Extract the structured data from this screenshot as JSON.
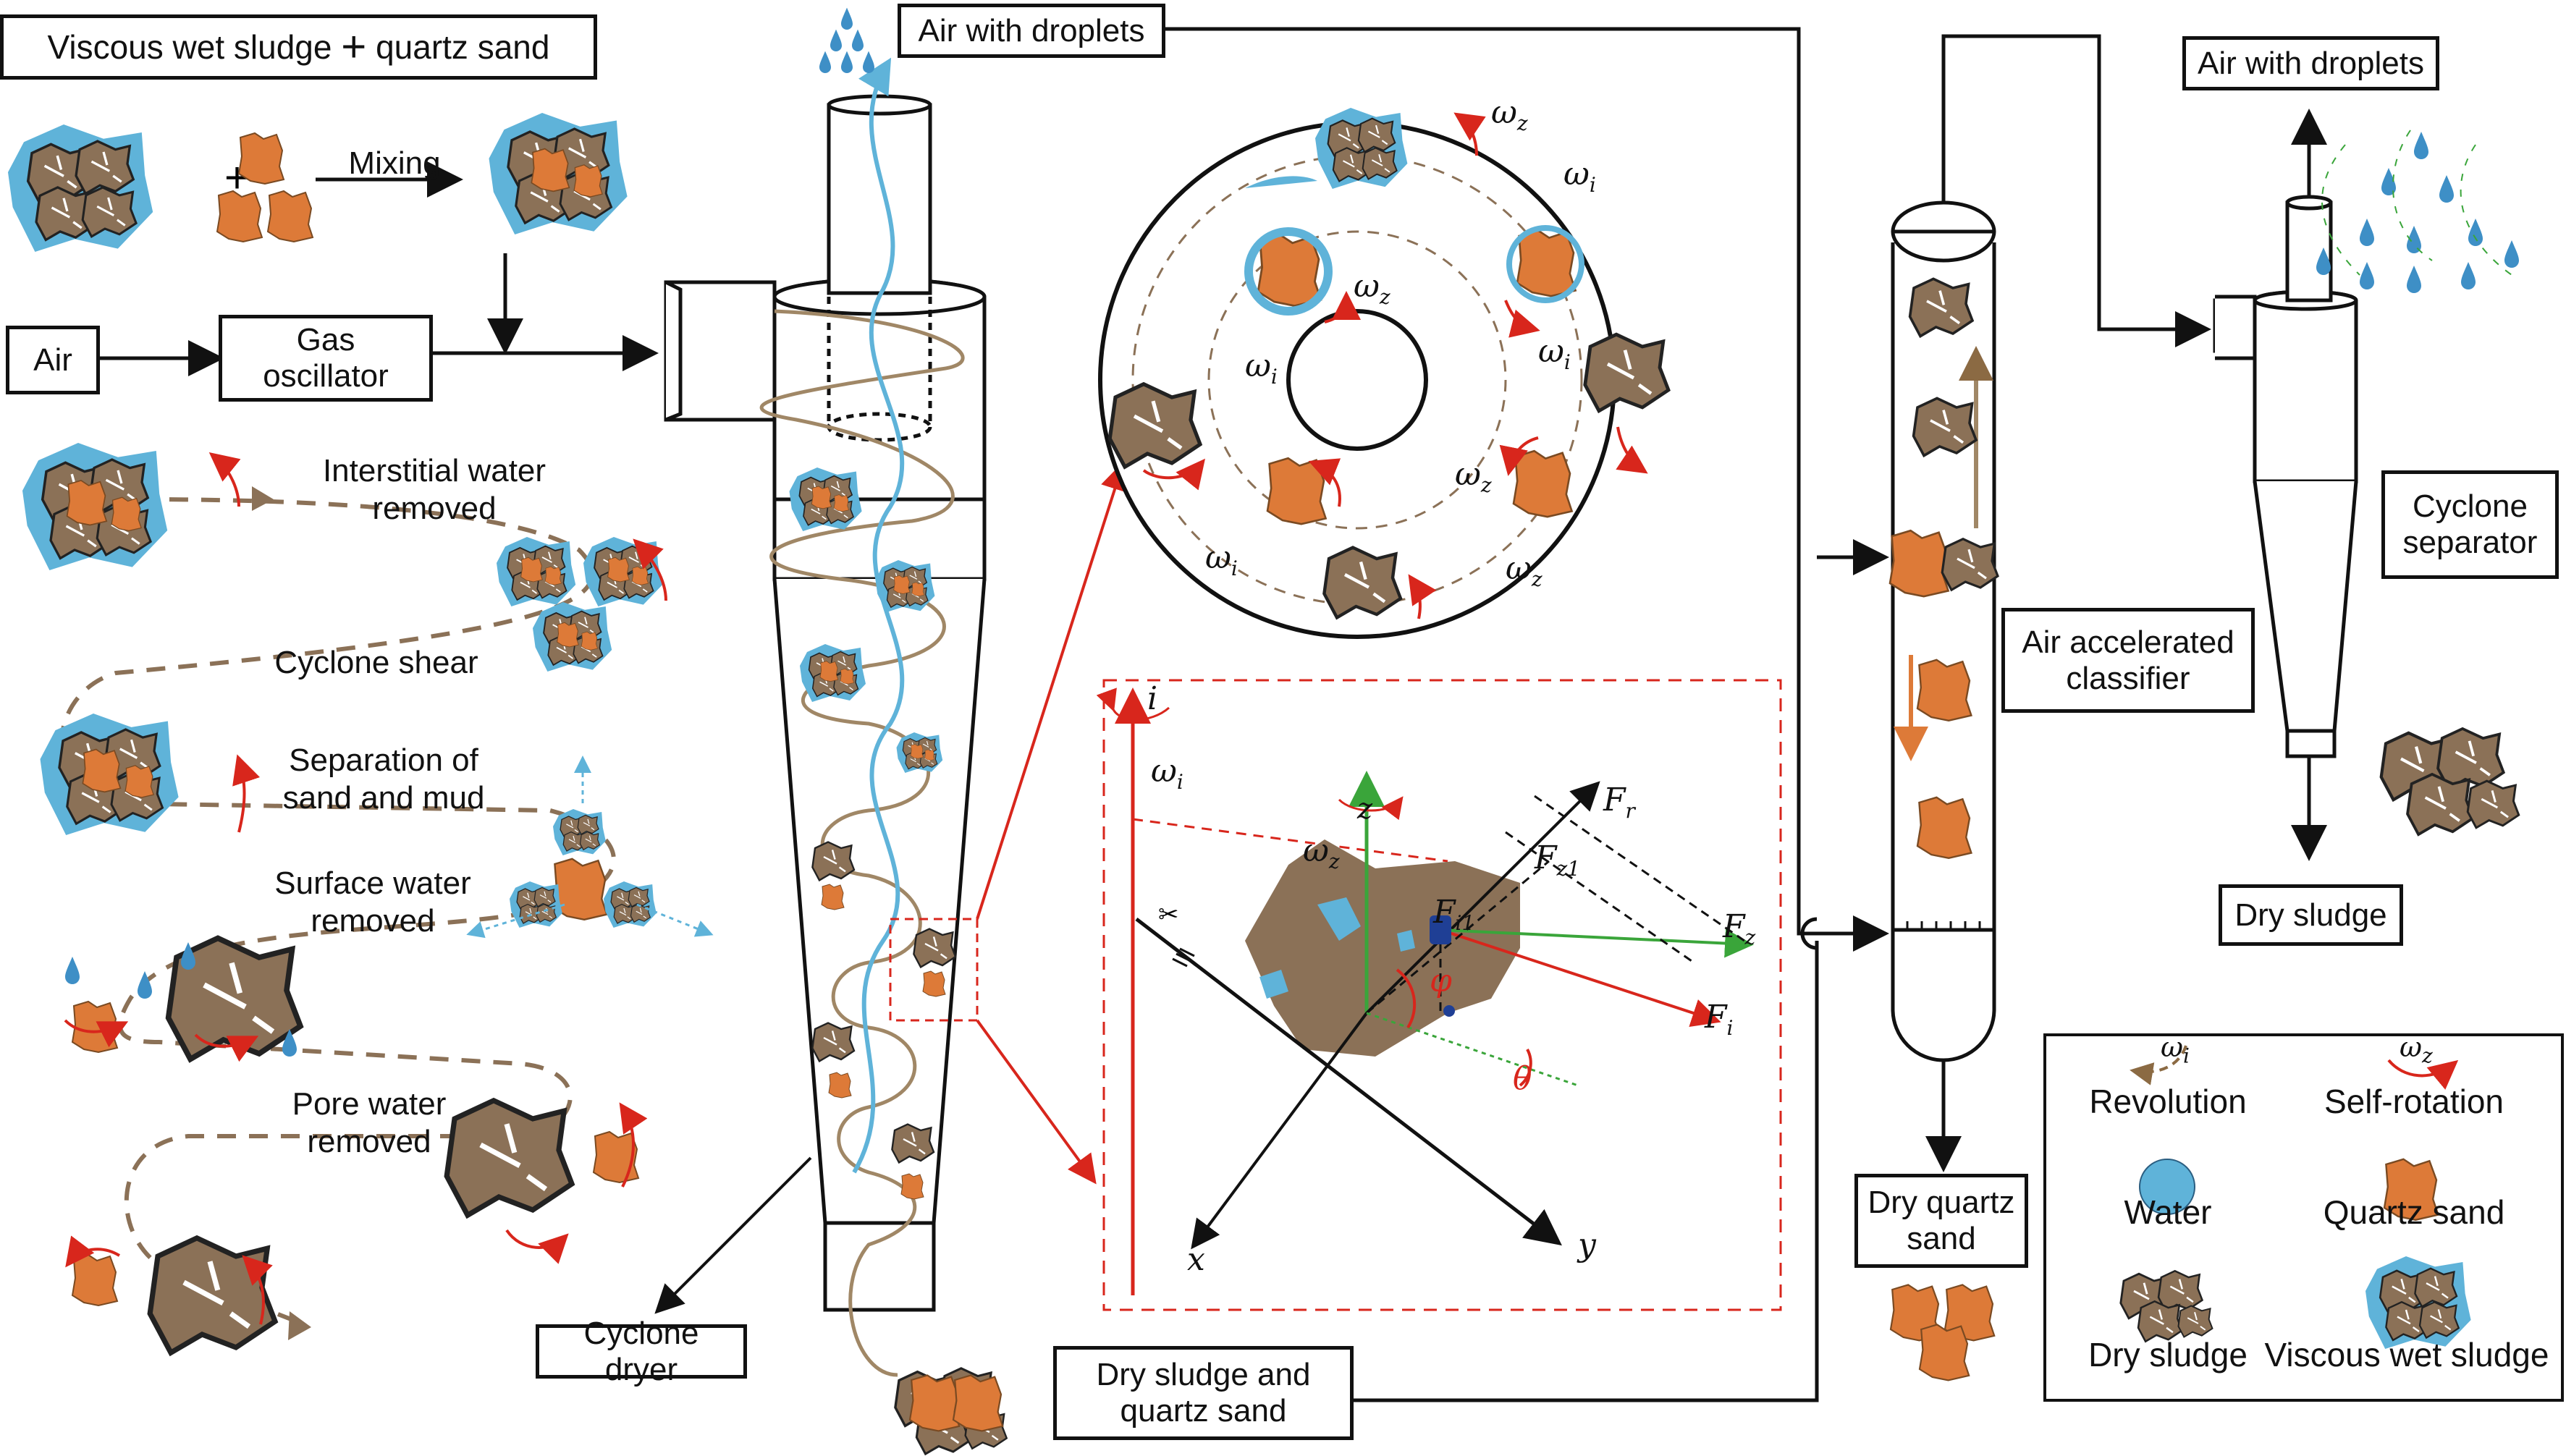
{
  "title_box": {
    "left": "Viscous wet sludge",
    "plus": "+",
    "right": "quartz sand"
  },
  "mixing": {
    "label": "Mixing"
  },
  "inputs": {
    "air": "Air",
    "gas_oscillator": "Gas\noscillator"
  },
  "stages": [
    {
      "label": "Interstitial water\nremoved"
    },
    {
      "label": "Cyclone shear"
    },
    {
      "label": "Separation of\nsand and mud"
    },
    {
      "label": "Surface water\nremoved"
    },
    {
      "label": "Pore water\nremoved"
    }
  ],
  "equipment": {
    "cyclone_dryer": "Cyclone dryer",
    "air_with_droplets_1": "Air with droplets",
    "air_with_droplets_2": "Air with droplets",
    "dry_sludge_and_sand": "Dry sludge and\nquartz sand",
    "air_accelerated_classifier": "Air accelerated\nclassifier",
    "cyclone_separator": "Cyclone\nseparator",
    "dry_quartz_sand": "Dry quartz\nsand",
    "dry_sludge": "Dry sludge"
  },
  "rotation_view": {
    "omega_z": "ω",
    "omega_z_sub": "z",
    "omega_i": "ω",
    "omega_i_sub": "i"
  },
  "force_diagram": {
    "axis_i": "i",
    "axis_z": "z",
    "axis_x": "x",
    "axis_y": "y",
    "F_r": "F",
    "F_r_sub": "r",
    "F_z1": "F",
    "F_z1_sub": "z1",
    "F_i1": "F",
    "F_i1_sub": "i1",
    "F_z": "F",
    "F_z_sub": "z",
    "F_i": "F",
    "F_i_sub": "i",
    "phi": "φ",
    "theta": "θ",
    "omega_i": "ω",
    "omega_i_sub": "i",
    "omega_z": "ω",
    "omega_z_sub": "z"
  },
  "legend": {
    "revolution_symbol": "ω",
    "revolution_sub": "i",
    "revolution": "Revolution",
    "self_rotation_symbol": "ω",
    "self_rotation_sub": "z",
    "self_rotation": "Self-rotation",
    "water": "Water",
    "quartz_sand": "Quartz sand",
    "dry_sludge": "Dry sludge",
    "viscous_wet_sludge": "Viscous wet sludge"
  },
  "colors": {
    "sludge": "#8b7157",
    "water": "#5fb3d9",
    "sand": "#dd7a38",
    "revolution": "#8b6a43",
    "self_rotation": "#d8261c",
    "axis_z": "#3aa53a"
  }
}
